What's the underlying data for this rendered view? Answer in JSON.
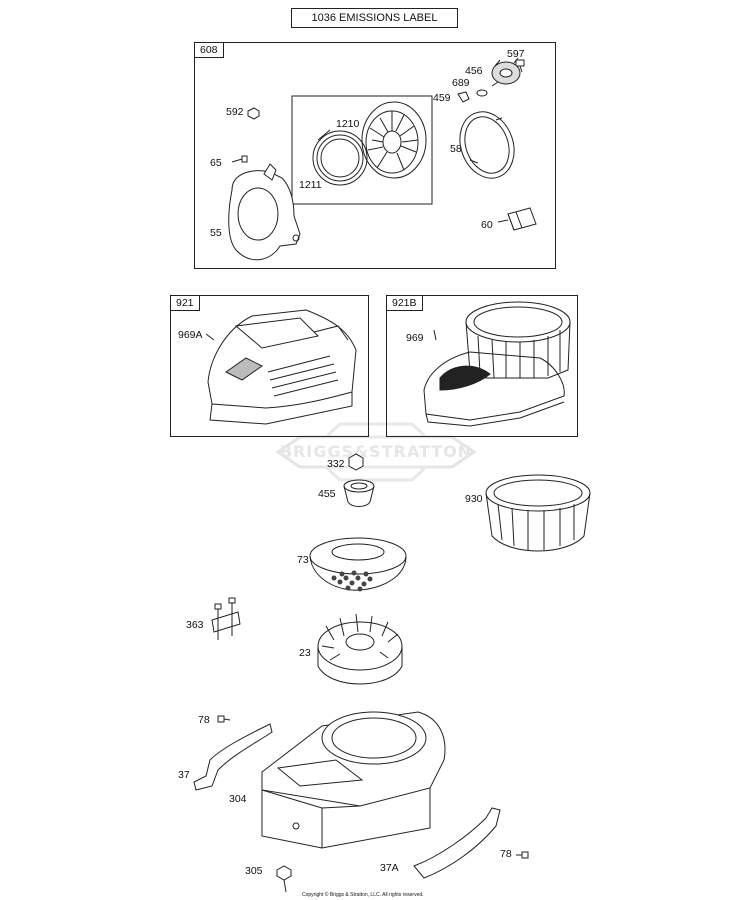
{
  "header": {
    "title": "1036 EMISSIONS LABEL"
  },
  "groups": [
    {
      "id": "608",
      "label": "608"
    },
    {
      "id": "921",
      "label": "921"
    },
    {
      "id": "921B",
      "label": "921B"
    }
  ],
  "parts": {
    "p597": "597",
    "p456": "456",
    "p689": "689",
    "p459": "459",
    "p592": "592",
    "p1210": "1210",
    "p58": "58",
    "p65": "65",
    "p1211": "1211",
    "p55": "55",
    "p60": "60",
    "p969A": "969A",
    "p969": "969",
    "p332": "332",
    "p455": "455",
    "p930": "930",
    "p73": "73",
    "p363": "363",
    "p23": "23",
    "p78a": "78",
    "p37": "37",
    "p304": "304",
    "p37A": "37A",
    "p78b": "78",
    "p305": "305"
  },
  "watermark": "BRIGGS&STRATTON",
  "copyright": "Copyright © Briggs & Stratton, LLC. All rights reserved.",
  "colors": {
    "line": "#222222",
    "shade": "#555555",
    "fill": "#ffffff",
    "watermark": "#e6e6e6"
  }
}
